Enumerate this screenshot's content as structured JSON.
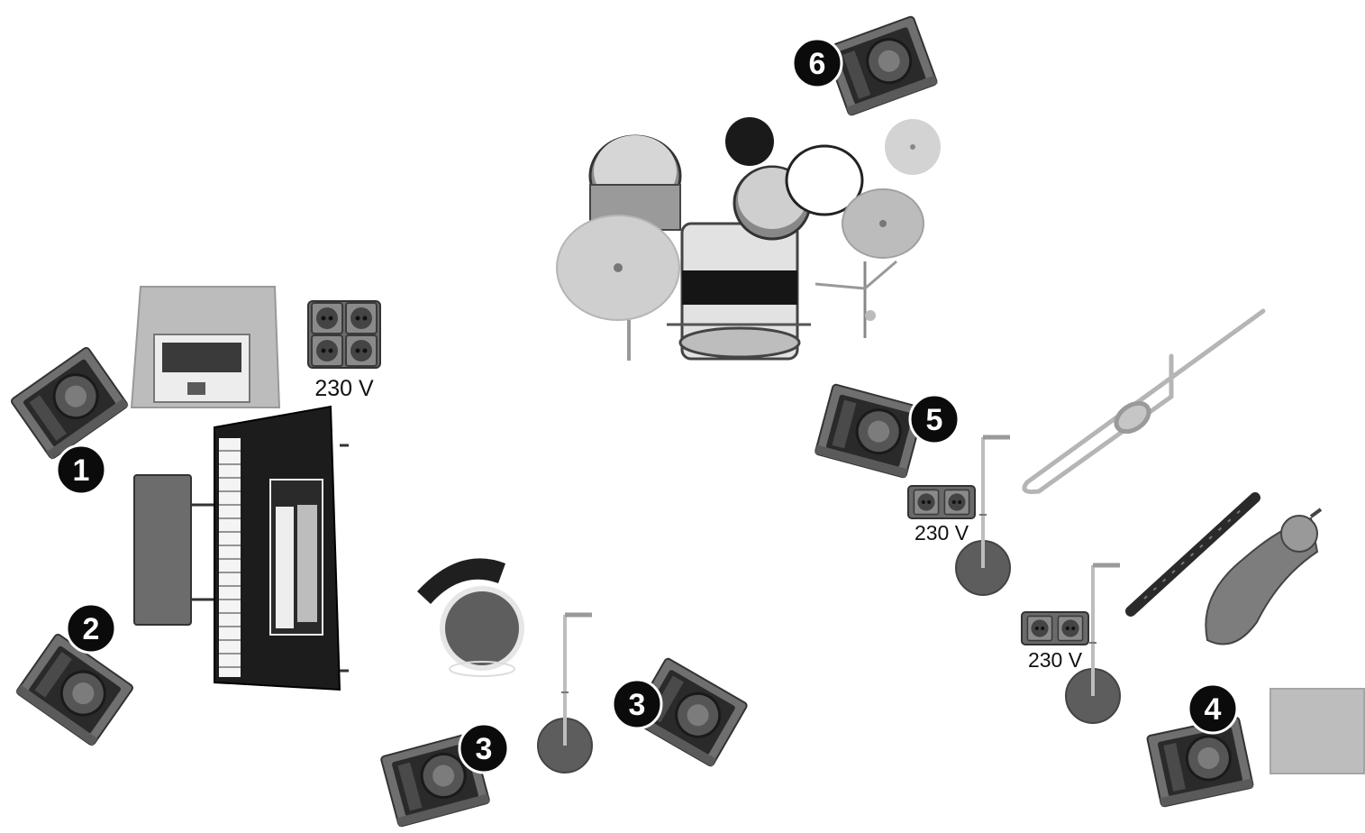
{
  "header": {
    "partial_text": ""
  },
  "colors": {
    "speaker_body": "#6f6f6f",
    "speaker_dark": "#1e1e1e",
    "badge": "#0b0b0b",
    "drum_shell": "#cfcfcf",
    "cymbal": "#c9c9c9",
    "stand_base": "#5d5d5d",
    "socket_box": "#6a6a6a",
    "keyboard_body": "#1c1c1c",
    "rug": "#bdbdbd"
  },
  "monitors": [
    {
      "number": "1",
      "icon": "stage-monitor-icon"
    },
    {
      "number": "2",
      "icon": "stage-monitor-icon"
    },
    {
      "number": "3",
      "icon": "stage-monitor-icon"
    },
    {
      "number": "3",
      "icon": "stage-monitor-icon"
    },
    {
      "number": "4",
      "icon": "stage-monitor-icon"
    },
    {
      "number": "5",
      "icon": "stage-monitor-icon"
    },
    {
      "number": "6",
      "icon": "stage-monitor-icon"
    }
  ],
  "power": [
    {
      "label": "230 V",
      "outlets": 4
    },
    {
      "label": "230 V",
      "outlets": 2
    },
    {
      "label": "230 V",
      "outlets": 2
    }
  ],
  "instruments": {
    "drums": "drum-kit-icon",
    "keyboard": "stage-piano-icon",
    "laptop": "laptop-icon",
    "trombone": "trombone-icon",
    "clarinet": "clarinet-icon",
    "saxophone": "saxophone-icon",
    "stool": "stool-icon",
    "bench": "bench-icon",
    "mic_stand": "mic-stand-icon"
  }
}
